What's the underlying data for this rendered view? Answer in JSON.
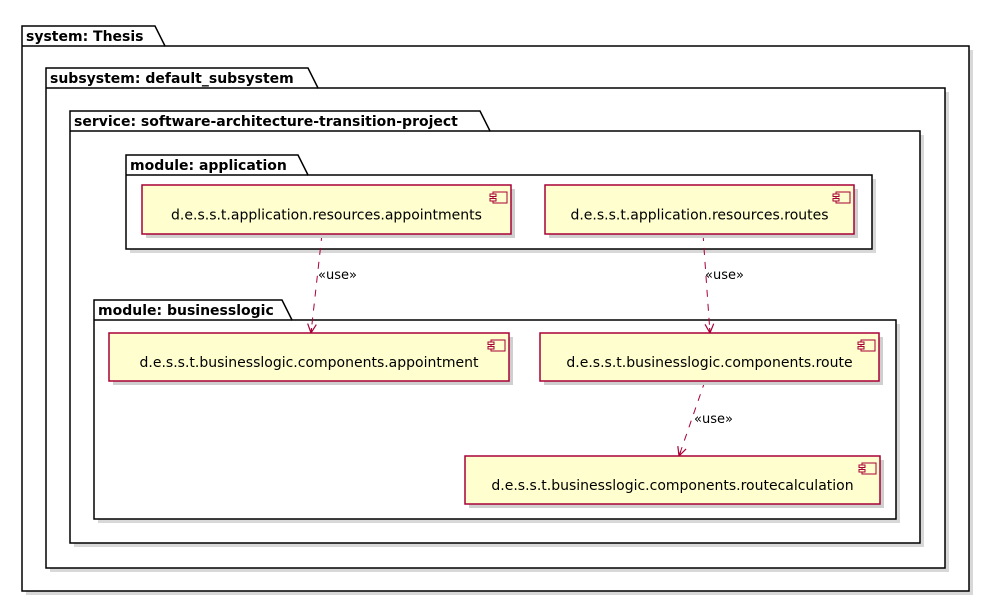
{
  "colors": {
    "component_fill": "#FEFECE",
    "component_border": "#A80036",
    "edge": "#A80036",
    "frame": "#000000"
  },
  "packages": [
    {
      "id": "system",
      "title": "system: Thesis"
    },
    {
      "id": "subsystem",
      "title": "subsystem: default_subsystem"
    },
    {
      "id": "service",
      "title": "service: software-architecture-transition-project"
    },
    {
      "id": "mod_app",
      "title": "module: application"
    },
    {
      "id": "mod_bl",
      "title": "module: businesslogic"
    }
  ],
  "components": [
    {
      "id": "app_appointments",
      "label": "d.e.s.s.t.application.resources.appointments",
      "icon": "component-icon"
    },
    {
      "id": "app_routes",
      "label": "d.e.s.s.t.application.resources.routes",
      "icon": "component-icon"
    },
    {
      "id": "bl_appointment",
      "label": "d.e.s.s.t.businesslogic.components.appointment",
      "icon": "component-icon"
    },
    {
      "id": "bl_route",
      "label": "d.e.s.s.t.businesslogic.components.route",
      "icon": "component-icon"
    },
    {
      "id": "bl_routecalc",
      "label": "d.e.s.s.t.businesslogic.components.routecalculation",
      "icon": "component-icon"
    }
  ],
  "edges": [
    {
      "from": "app_appointments",
      "to": "bl_appointment",
      "label": "«use»"
    },
    {
      "from": "app_routes",
      "to": "bl_route",
      "label": "«use»"
    },
    {
      "from": "bl_route",
      "to": "bl_routecalc",
      "label": "«use»"
    }
  ]
}
